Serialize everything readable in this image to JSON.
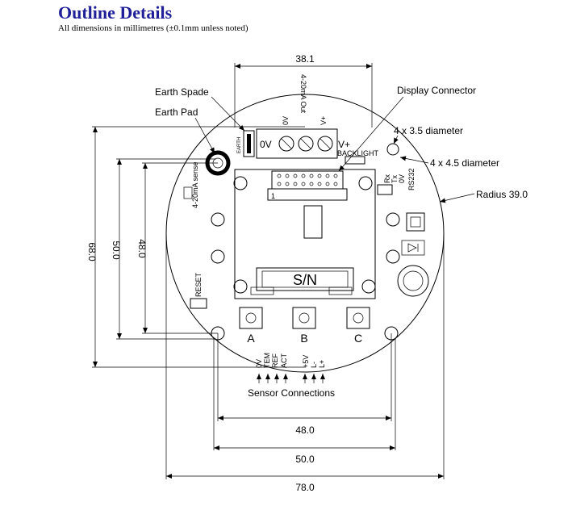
{
  "header": {
    "title": "Outline Details",
    "subtitle": "All dimensions in millimetres (±0.1mm unless noted)"
  },
  "dimensions": {
    "top_width": "38.1",
    "bottom_48": "48.0",
    "bottom_50": "50.0",
    "bottom_78": "78.0",
    "left_68": "68.0",
    "left_50": "50.0",
    "left_48": "48.0"
  },
  "callouts": {
    "earth_spade": "Earth Spade",
    "earth_pad": "Earth Pad",
    "display_connector": "Display Connector",
    "hole_35": "4 x 3.5 diameter",
    "hole_45": "4 x 4.5 diameter",
    "radius": "Radius 39.0",
    "sensor_connections": "Sensor Connections"
  },
  "board": {
    "output_label": "4-20mA Out",
    "terminal_0v": "0V",
    "terminal_vplus": "V+",
    "earth_label": "EARTH",
    "backlight": "BACKLIGHT",
    "rs232": "RS232",
    "rs232_pins": [
      "Rx",
      "Tx",
      "0V"
    ],
    "sense_label": "4-20mA sense",
    "reset_label": "RESET",
    "sn_label": "S/N",
    "connector_pin1": "1",
    "buttons": [
      "A",
      "B",
      "C"
    ],
    "sensor_pins": [
      "0V",
      "TEM",
      "REF",
      "ACT",
      "+5V",
      "L-",
      "L+"
    ]
  }
}
